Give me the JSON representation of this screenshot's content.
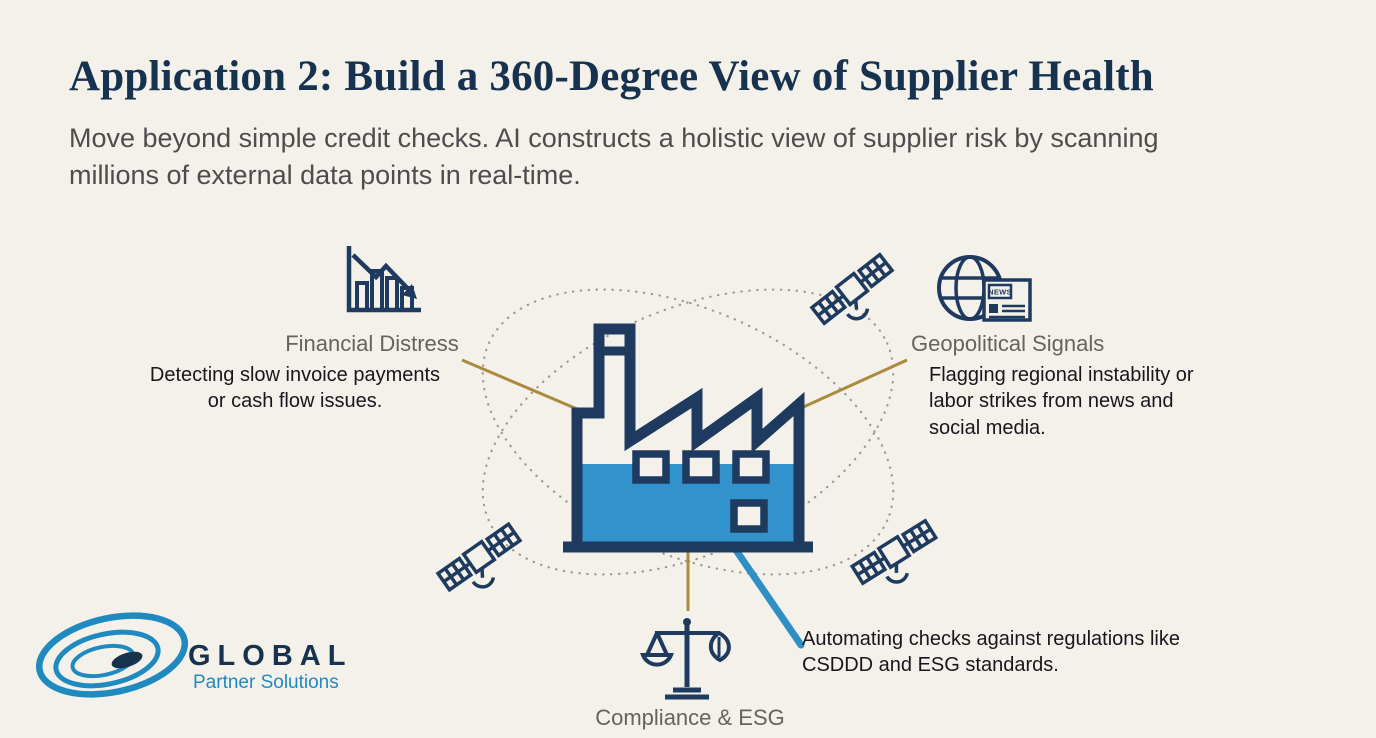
{
  "header": {
    "title": "Application 2: Build a 360-Degree View of Supplier Health",
    "subtitle": "Move beyond simple credit checks. AI constructs a holistic view of supplier risk by scanning millions of external data points in real-time."
  },
  "diagram": {
    "center_icon": "factory-icon",
    "orbit_style": "dotted-ellipses",
    "nodes": {
      "financial": {
        "label": "Financial Distress",
        "description": "Detecting slow invoice payments or cash flow issues.",
        "icon": "bar-chart-decline-icon"
      },
      "geopolitical": {
        "label": "Geopolitical Signals",
        "description": "Flagging regional instability or labor strikes from news and social media.",
        "icon": "globe-news-icon",
        "news_badge": "NEWS"
      },
      "compliance": {
        "label": "Compliance & ESG",
        "description": "Automating checks against regulations like CSDDD and ESG standards.",
        "icon": "scales-leaf-icon"
      }
    },
    "orbiting_icon": "satellite-icon"
  },
  "logo": {
    "name": "GLOBAL",
    "tagline": "Partner Solutions"
  },
  "colors": {
    "background": "#f4f1ea",
    "navy": "#1e3a5f",
    "title_navy": "#16324f",
    "accent_blue": "#3292cc",
    "callout_tan": "#a98a3e",
    "logo_blue": "#1f8ac0",
    "label_gray": "#63635f",
    "subtitle_gray": "#4d4d4d"
  }
}
